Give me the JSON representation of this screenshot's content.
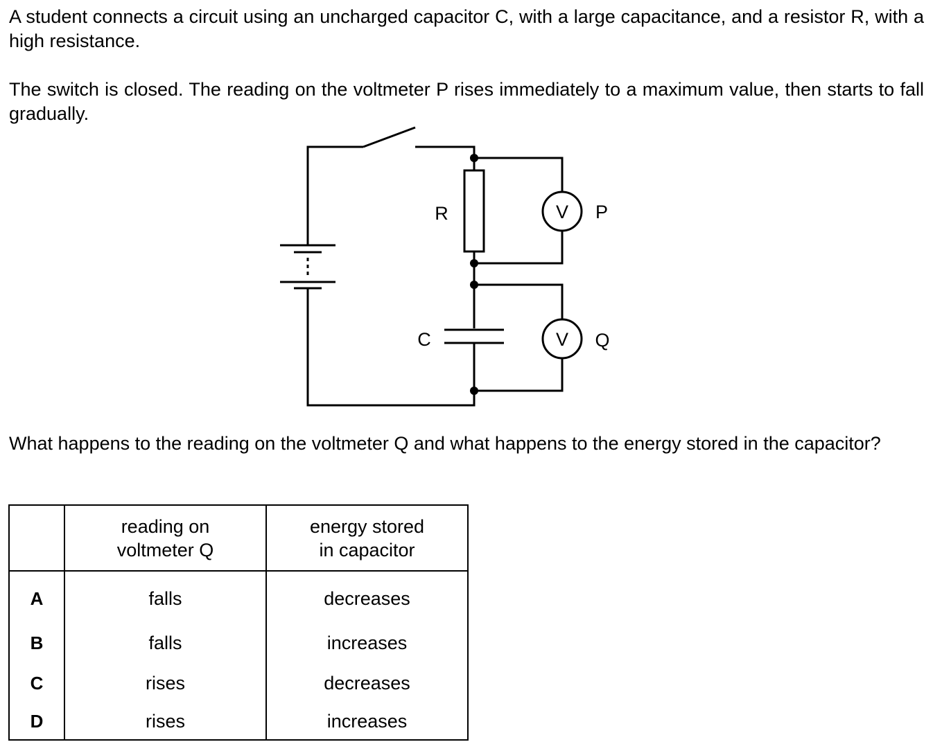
{
  "question": {
    "intro_line": "A student connects a circuit using an uncharged capacitor C, with a large capacitance, and a resistor R, with a high resistance.",
    "switch_line": "The switch is closed. The reading on the voltmeter P rises immediately to a maximum value, then starts to fall gradually.",
    "prompt": "What happens to the reading on the voltmeter Q and what happens to the energy stored in the capacitor?"
  },
  "diagram": {
    "resistor_label": "R",
    "capacitor_label": "C",
    "voltmeter_symbol": "V",
    "voltmeter_p_label": "P",
    "voltmeter_q_label": "Q"
  },
  "table": {
    "header_reading_line1": "reading on",
    "header_reading_line2": "voltmeter Q",
    "header_energy_line1": "energy stored",
    "header_energy_line2": "in capacitor",
    "rows": [
      {
        "option": "A",
        "reading": "falls",
        "energy": "decreases"
      },
      {
        "option": "B",
        "reading": "falls",
        "energy": "increases"
      },
      {
        "option": "C",
        "reading": "rises",
        "energy": "decreases"
      },
      {
        "option": "D",
        "reading": "rises",
        "energy": "increases"
      }
    ]
  }
}
